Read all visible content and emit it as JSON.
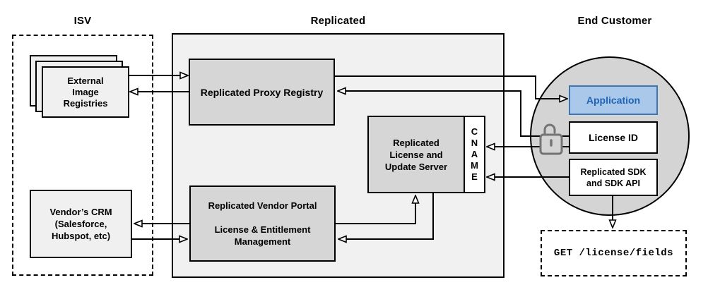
{
  "sections": {
    "isv": {
      "label": "ISV"
    },
    "replicated": {
      "label": "Replicated"
    },
    "end_customer": {
      "label": "End Customer"
    }
  },
  "nodes": {
    "external_image_registries": {
      "label": "External\nImage\nRegistries"
    },
    "vendors_crm": {
      "label": "Vendor’s CRM\n(Salesforce,\nHubspot, etc)"
    },
    "replicated_proxy_registry": {
      "label": "Replicated Proxy Registry"
    },
    "replicated_license_update_server": {
      "label": "Replicated\nLicense and\nUpdate Server"
    },
    "cname": {
      "label": "CNAME",
      "display": "C\nN\nA\nM\nE"
    },
    "replicated_vendor_portal": {
      "label": "Replicated Vendor Portal\n\nLicense & Entitlement\nManagement"
    },
    "application": {
      "label": "Application"
    },
    "license_id": {
      "label": "License ID"
    },
    "replicated_sdk": {
      "label": "Replicated SDK\nand SDK API"
    },
    "get_license_fields": {
      "label": "GET /license/fields"
    }
  },
  "icons": {
    "lock": "unlocked-padlock"
  },
  "colors": {
    "region_gray": "#f1f1f1",
    "box_gray": "#d6d6d6",
    "circle_gray": "#d4d4d4",
    "node_light": "#f0f0f0",
    "app_fill": "#aac8ea",
    "app_border": "#3d76b3",
    "app_text": "#1f63b5",
    "line": "#000000",
    "lock": "#747474"
  }
}
